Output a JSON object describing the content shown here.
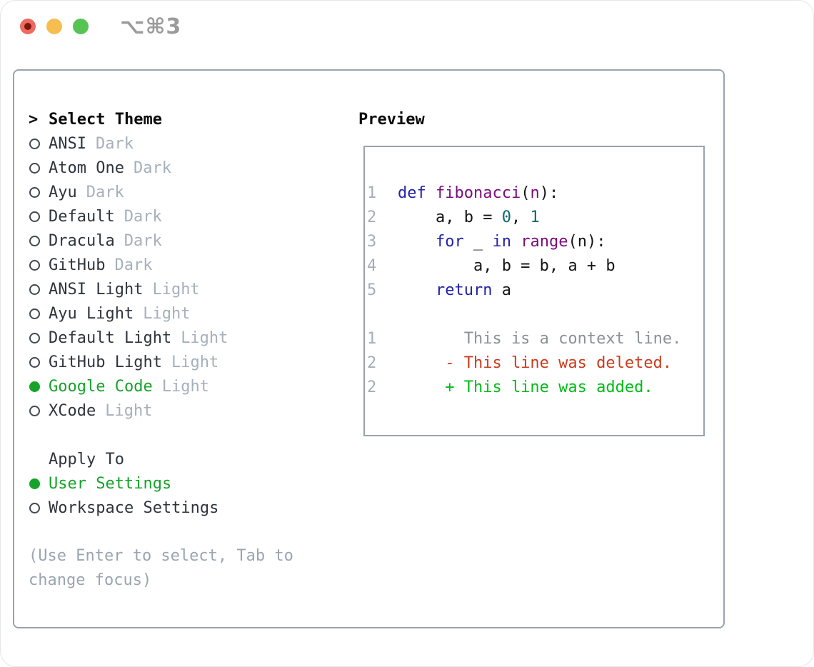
{
  "window": {
    "shortcut": "⌥⌘3"
  },
  "panel": {
    "title_prefix": ">",
    "title": "Select Theme",
    "themes": [
      {
        "name": "ANSI",
        "variant": "Dark",
        "selected": false
      },
      {
        "name": "Atom One",
        "variant": "Dark",
        "selected": false
      },
      {
        "name": "Ayu",
        "variant": "Dark",
        "selected": false
      },
      {
        "name": "Default",
        "variant": "Dark",
        "selected": false
      },
      {
        "name": "Dracula",
        "variant": "Dark",
        "selected": false
      },
      {
        "name": "GitHub",
        "variant": "Dark",
        "selected": false
      },
      {
        "name": "ANSI Light",
        "variant": "Light",
        "selected": false
      },
      {
        "name": "Ayu Light",
        "variant": "Light",
        "selected": false
      },
      {
        "name": "Default Light",
        "variant": "Light",
        "selected": false
      },
      {
        "name": "GitHub Light",
        "variant": "Light",
        "selected": false
      },
      {
        "name": "Google Code",
        "variant": "Light",
        "selected": true
      },
      {
        "name": "XCode",
        "variant": "Light",
        "selected": false
      }
    ],
    "apply_to": {
      "title": "Apply To",
      "options": [
        {
          "name": "User Settings",
          "selected": true
        },
        {
          "name": "Workspace Settings",
          "selected": false
        }
      ]
    },
    "hint": "(Use Enter to select, Tab to change focus)"
  },
  "preview": {
    "title": "Preview",
    "lines": [
      {
        "num": "1",
        "tokens": [
          [
            "def",
            "kw"
          ],
          [
            " ",
            "pln"
          ],
          [
            "fibonacci",
            "fn"
          ],
          [
            "(",
            "pln"
          ],
          [
            "n",
            "fn"
          ],
          [
            "):",
            "pln"
          ]
        ]
      },
      {
        "num": "2",
        "tokens": [
          [
            "    a, b = ",
            "pln"
          ],
          [
            "0",
            "lit"
          ],
          [
            ", ",
            "pln"
          ],
          [
            "1",
            "lit"
          ]
        ]
      },
      {
        "num": "3",
        "tokens": [
          [
            "    ",
            "pln"
          ],
          [
            "for",
            "kw"
          ],
          [
            " _ ",
            "pln"
          ],
          [
            "in",
            "kw"
          ],
          [
            " ",
            "pln"
          ],
          [
            "range",
            "fn"
          ],
          [
            "(n):",
            "pln"
          ]
        ]
      },
      {
        "num": "4",
        "tokens": [
          [
            "        a, b = b, a + b",
            "pln"
          ]
        ]
      },
      {
        "num": "5",
        "tokens": [
          [
            "    ",
            "pln"
          ],
          [
            "return",
            "kw"
          ],
          [
            " a",
            "pln"
          ]
        ]
      },
      {
        "num": "",
        "tokens": []
      },
      {
        "num": "1",
        "tokens": [
          [
            "       This is a context line.",
            "ctx"
          ]
        ]
      },
      {
        "num": "2",
        "tokens": [
          [
            "     - This line was deleted.",
            "del"
          ]
        ]
      },
      {
        "num": "2",
        "tokens": [
          [
            "     + This line was added.",
            "add"
          ]
        ]
      }
    ]
  },
  "colors": {
    "kw": "#2222aa",
    "fn": "#7b0d7b",
    "lit": "#0d6868",
    "pln": "#141414",
    "lnum": "#a4aeb9",
    "ctx": "#8c9196",
    "del": "#cc3b1c",
    "add": "#00bd17",
    "accent_green": "#16a32b",
    "muted": "#a6b0bc",
    "text": "#2f353d",
    "hint": "#9aa5b1",
    "border": "#9aa3ad",
    "radio_outline": "#414852",
    "traffic_red": "#ee6a5f",
    "traffic_red_dot": "#7d1410",
    "traffic_yellow": "#f6be50",
    "traffic_green": "#57c353",
    "shortcut_gray": "#9b9b9b"
  }
}
